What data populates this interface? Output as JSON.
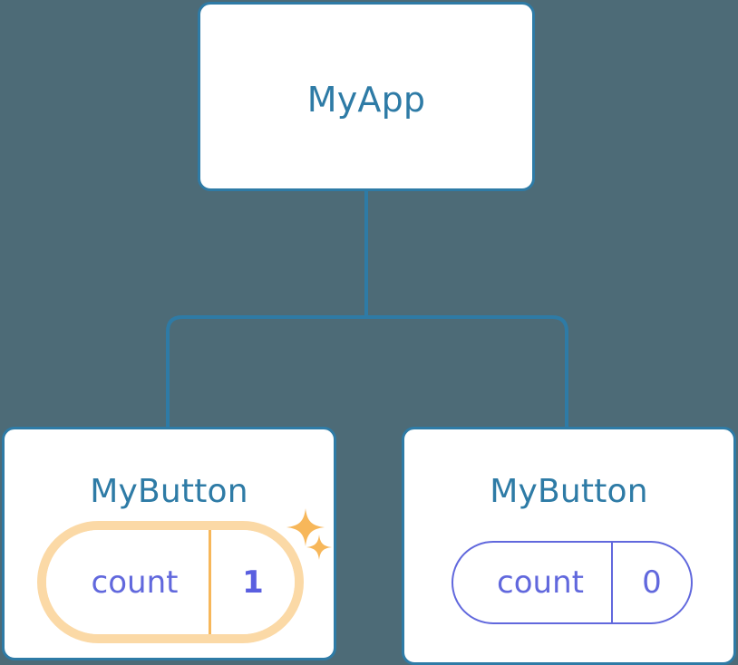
{
  "diagram": {
    "type": "component-tree",
    "background_color": "#4d6b77",
    "node_border_color": "#2e7ba6",
    "node_text_color": "#2e7ba6",
    "state_color": "#6168dd",
    "highlight_color": "#f7b75a",
    "highlight_glow_color": "#fbd9a6"
  },
  "root": {
    "title": "MyApp"
  },
  "children": [
    {
      "title": "MyButton",
      "state": {
        "key": "count",
        "value": "1"
      },
      "highlighted": true,
      "sparkles": [
        {
          "icon": "sparkle-icon",
          "size": "large"
        },
        {
          "icon": "sparkle-icon",
          "size": "small"
        }
      ]
    },
    {
      "title": "MyButton",
      "state": {
        "key": "count",
        "value": "0"
      },
      "highlighted": false
    }
  ]
}
